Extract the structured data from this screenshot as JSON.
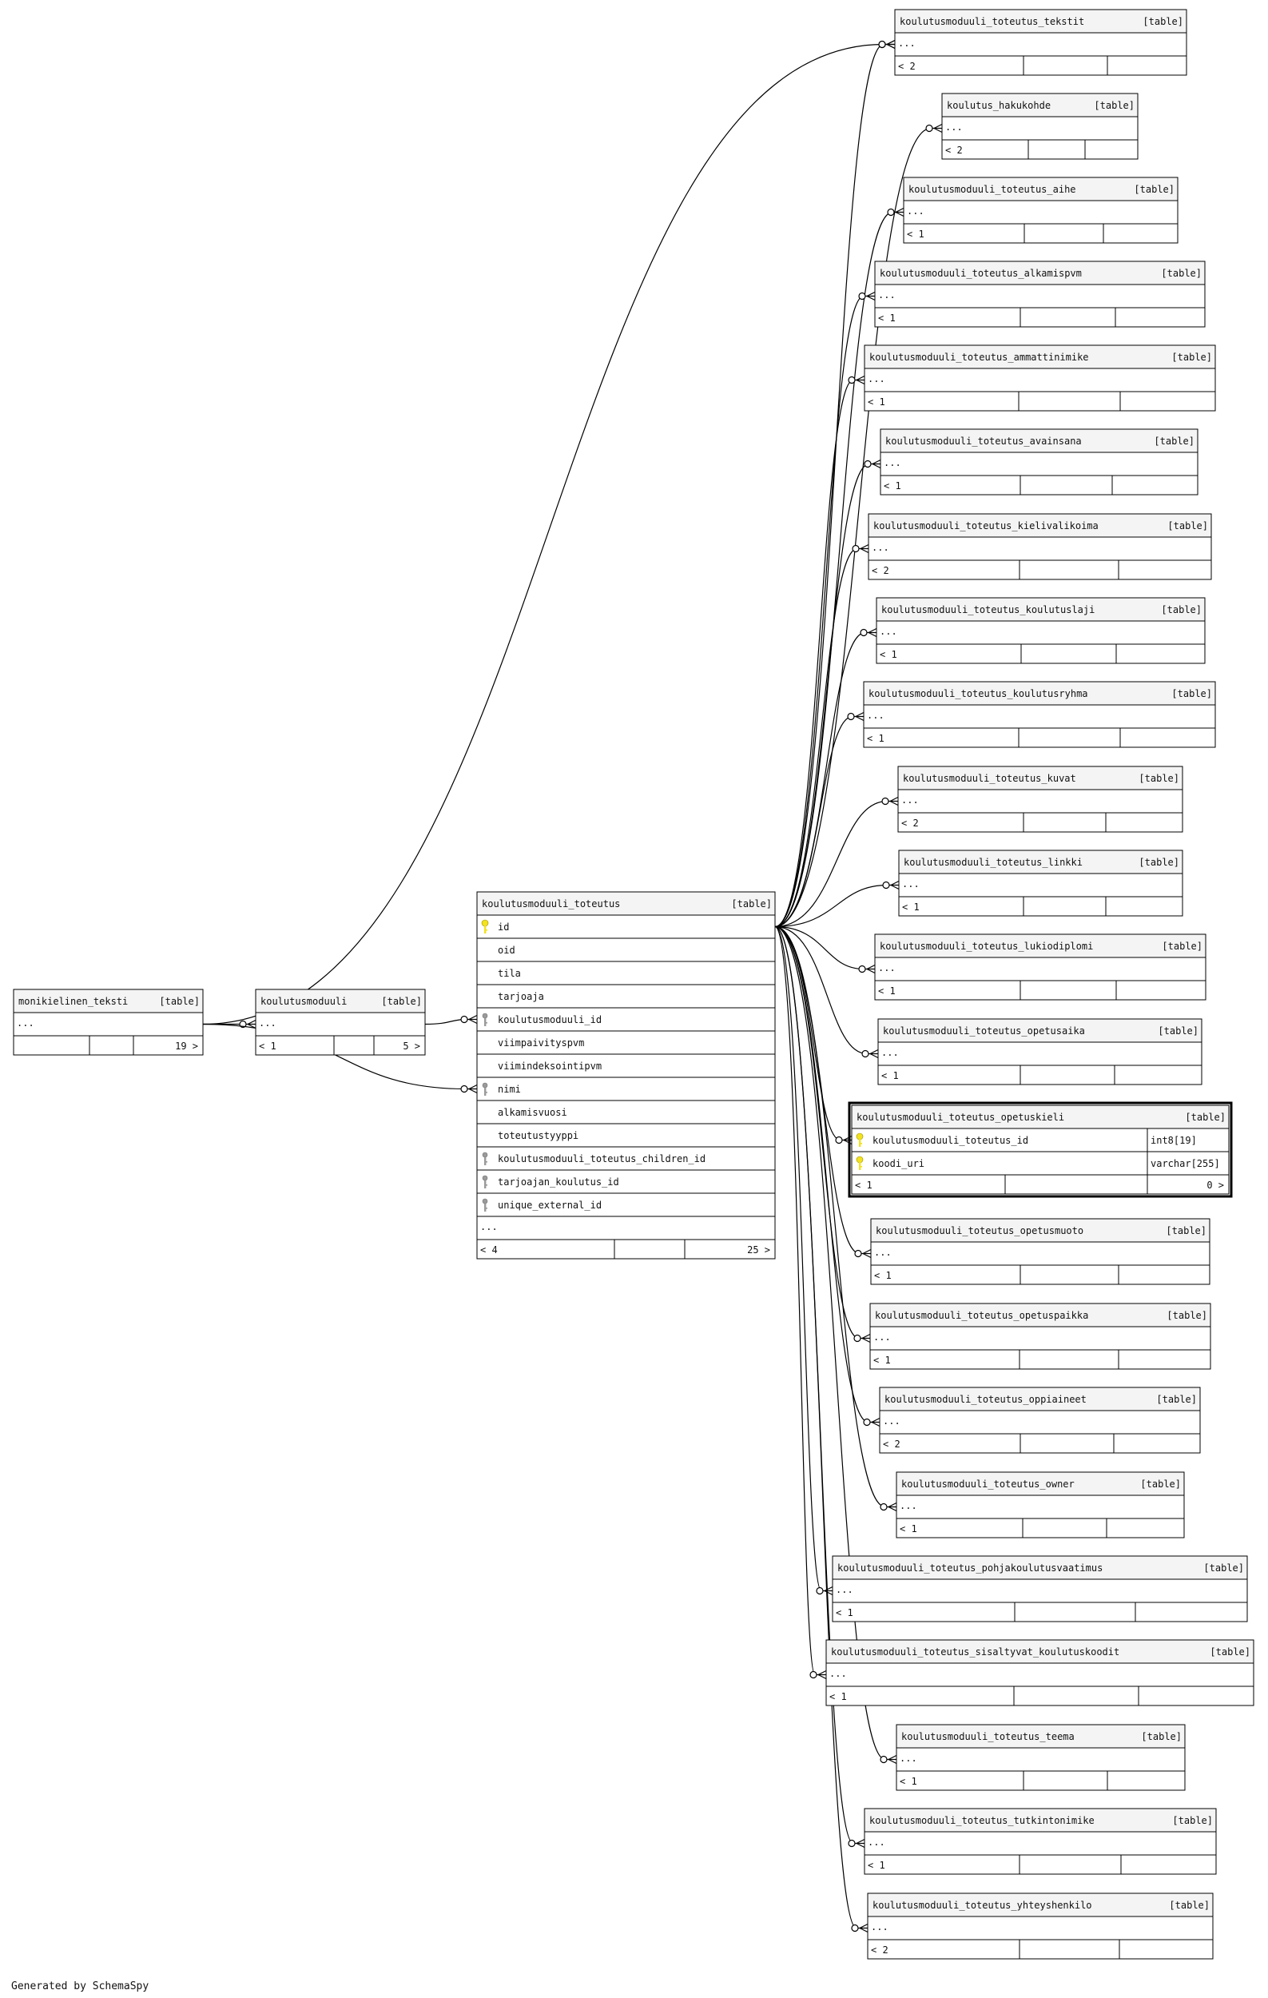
{
  "table_tag": "[table]",
  "tables": {
    "monikielinen_teksti": {
      "name": "monikielinen_teksti",
      "columns": [],
      "more": "...",
      "footer": {
        "left": "",
        "right": "19 >"
      }
    },
    "koulutusmoduuli": {
      "name": "koulutusmoduuli",
      "columns": [],
      "more": "...",
      "footer": {
        "left": "< 1",
        "right": "5 >"
      }
    },
    "main": {
      "name": "koulutusmoduuli_toteutus",
      "columns": [
        {
          "name": "id",
          "key": "primary",
          "type": ""
        },
        {
          "name": "oid",
          "key": "",
          "type": ""
        },
        {
          "name": "tila",
          "key": "",
          "type": ""
        },
        {
          "name": "tarjoaja",
          "key": "",
          "type": ""
        },
        {
          "name": "koulutusmoduuli_id",
          "key": "foreign",
          "type": ""
        },
        {
          "name": "viimpaivityspvm",
          "key": "",
          "type": ""
        },
        {
          "name": "viimindeksointipvm",
          "key": "",
          "type": ""
        },
        {
          "name": "nimi",
          "key": "foreign",
          "type": ""
        },
        {
          "name": "alkamisvuosi",
          "key": "",
          "type": ""
        },
        {
          "name": "toteutustyyppi",
          "key": "",
          "type": ""
        },
        {
          "name": "koulutusmoduuli_toteutus_children_id",
          "key": "foreign",
          "type": ""
        },
        {
          "name": "tarjoajan_koulutus_id",
          "key": "foreign",
          "type": ""
        },
        {
          "name": "unique_external_id",
          "key": "foreign",
          "type": ""
        }
      ],
      "more": "...",
      "footer": {
        "left": "< 4",
        "right": "25 >"
      }
    },
    "t1": {
      "name": "koulutusmoduuli_toteutus_tekstit",
      "columns": [],
      "more": "...",
      "footer": {
        "left": "< 2",
        "right": ""
      }
    },
    "t2": {
      "name": "koulutus_hakukohde",
      "columns": [],
      "more": "...",
      "footer": {
        "left": "< 2",
        "right": ""
      }
    },
    "t3": {
      "name": "koulutusmoduuli_toteutus_aihe",
      "columns": [],
      "more": "...",
      "footer": {
        "left": "< 1",
        "right": ""
      }
    },
    "t4": {
      "name": "koulutusmoduuli_toteutus_alkamispvm",
      "columns": [],
      "more": "...",
      "footer": {
        "left": "< 1",
        "right": ""
      }
    },
    "t5": {
      "name": "koulutusmoduuli_toteutus_ammattinimike",
      "columns": [],
      "more": "...",
      "footer": {
        "left": "< 1",
        "right": ""
      }
    },
    "t6": {
      "name": "koulutusmoduuli_toteutus_avainsana",
      "columns": [],
      "more": "...",
      "footer": {
        "left": "< 1",
        "right": ""
      }
    },
    "t7": {
      "name": "koulutusmoduuli_toteutus_kielivalikoima",
      "columns": [],
      "more": "...",
      "footer": {
        "left": "< 2",
        "right": ""
      }
    },
    "t8": {
      "name": "koulutusmoduuli_toteutus_koulutuslaji",
      "columns": [],
      "more": "...",
      "footer": {
        "left": "< 1",
        "right": ""
      }
    },
    "t9": {
      "name": "koulutusmoduuli_toteutus_koulutusryhma",
      "columns": [],
      "more": "...",
      "footer": {
        "left": "< 1",
        "right": ""
      }
    },
    "t10": {
      "name": "koulutusmoduuli_toteutus_kuvat",
      "columns": [],
      "more": "...",
      "footer": {
        "left": "< 2",
        "right": ""
      }
    },
    "t11": {
      "name": "koulutusmoduuli_toteutus_linkki",
      "columns": [],
      "more": "...",
      "footer": {
        "left": "< 1",
        "right": ""
      }
    },
    "t12": {
      "name": "koulutusmoduuli_toteutus_lukiodiplomi",
      "columns": [],
      "more": "...",
      "footer": {
        "left": "< 1",
        "right": ""
      }
    },
    "t13": {
      "name": "koulutusmoduuli_toteutus_opetusaika",
      "columns": [],
      "more": "...",
      "footer": {
        "left": "< 1",
        "right": ""
      }
    },
    "t14": {
      "name": "koulutusmoduuli_toteutus_opetuskieli",
      "columns": [
        {
          "name": "koulutusmoduuli_toteutus_id",
          "key": "primary",
          "type": "int8[19]"
        },
        {
          "name": "koodi_uri",
          "key": "primary",
          "type": "varchar[255]"
        }
      ],
      "more": "",
      "footer": {
        "left": "< 1",
        "right": "0 >"
      }
    },
    "t15": {
      "name": "koulutusmoduuli_toteutus_opetusmuoto",
      "columns": [],
      "more": "...",
      "footer": {
        "left": "< 1",
        "right": ""
      }
    },
    "t16": {
      "name": "koulutusmoduuli_toteutus_opetuspaikka",
      "columns": [],
      "more": "...",
      "footer": {
        "left": "< 1",
        "right": ""
      }
    },
    "t17": {
      "name": "koulutusmoduuli_toteutus_oppiaineet",
      "columns": [],
      "more": "...",
      "footer": {
        "left": "< 2",
        "right": ""
      }
    },
    "t18": {
      "name": "koulutusmoduuli_toteutus_owner",
      "columns": [],
      "more": "...",
      "footer": {
        "left": "< 1",
        "right": ""
      }
    },
    "t19": {
      "name": "koulutusmoduuli_toteutus_pohjakoulutusvaatimus",
      "columns": [],
      "more": "...",
      "footer": {
        "left": "< 1",
        "right": ""
      }
    },
    "t20": {
      "name": "koulutusmoduuli_toteutus_sisaltyvat_koulutuskoodit",
      "columns": [],
      "more": "...",
      "footer": {
        "left": "< 1",
        "right": ""
      }
    },
    "t21": {
      "name": "koulutusmoduuli_toteutus_teema",
      "columns": [],
      "more": "...",
      "footer": {
        "left": "< 1",
        "right": ""
      }
    },
    "t22": {
      "name": "koulutusmoduuli_toteutus_tutkintonimike",
      "columns": [],
      "more": "...",
      "footer": {
        "left": "< 1",
        "right": ""
      }
    },
    "t23": {
      "name": "koulutusmoduuli_toteutus_yhteyshenkilo",
      "columns": [],
      "more": "...",
      "footer": {
        "left": "< 2",
        "right": ""
      }
    }
  },
  "relationships": [
    {
      "from": "monikielinen_teksti",
      "to": "koulutusmoduuli",
      "label": ""
    },
    {
      "from": "monikielinen_teksti",
      "to": "main",
      "label": ""
    },
    {
      "from": "monikielinen_teksti",
      "to": "t1",
      "label": ""
    },
    {
      "from": "koulutusmoduuli",
      "to": "main",
      "label": ""
    },
    {
      "from": "main",
      "to": "t1",
      "label": ""
    },
    {
      "from": "main",
      "to": "t2",
      "label": ""
    },
    {
      "from": "main",
      "to": "t3",
      "label": ""
    },
    {
      "from": "main",
      "to": "t4",
      "label": ""
    },
    {
      "from": "main",
      "to": "t5",
      "label": ""
    },
    {
      "from": "main",
      "to": "t6",
      "label": ""
    },
    {
      "from": "main",
      "to": "t7",
      "label": ""
    },
    {
      "from": "main",
      "to": "t8",
      "label": ""
    },
    {
      "from": "main",
      "to": "t9",
      "label": ""
    },
    {
      "from": "main",
      "to": "t10",
      "label": ""
    },
    {
      "from": "main",
      "to": "t11",
      "label": ""
    },
    {
      "from": "main",
      "to": "t12",
      "label": ""
    },
    {
      "from": "main",
      "to": "t13",
      "label": ""
    },
    {
      "from": "main",
      "to": "t14",
      "label": ""
    },
    {
      "from": "main",
      "to": "t15",
      "label": ""
    },
    {
      "from": "main",
      "to": "t16",
      "label": ""
    },
    {
      "from": "main",
      "to": "t17",
      "label": ""
    },
    {
      "from": "main",
      "to": "t18",
      "label": ""
    },
    {
      "from": "main",
      "to": "t19",
      "label": ""
    },
    {
      "from": "main",
      "to": "t20",
      "label": ""
    },
    {
      "from": "main",
      "to": "t21",
      "label": ""
    },
    {
      "from": "main",
      "to": "t22",
      "label": ""
    },
    {
      "from": "main",
      "to": "t23",
      "label": ""
    }
  ],
  "footer_text": "Generated by SchemaSpy",
  "colors": {
    "header_bg": "#f4f4f4",
    "border": "#000000",
    "key_primary": "#f2e21f",
    "key_foreign": "#9a9a9a",
    "highlight_border": "#000000"
  }
}
